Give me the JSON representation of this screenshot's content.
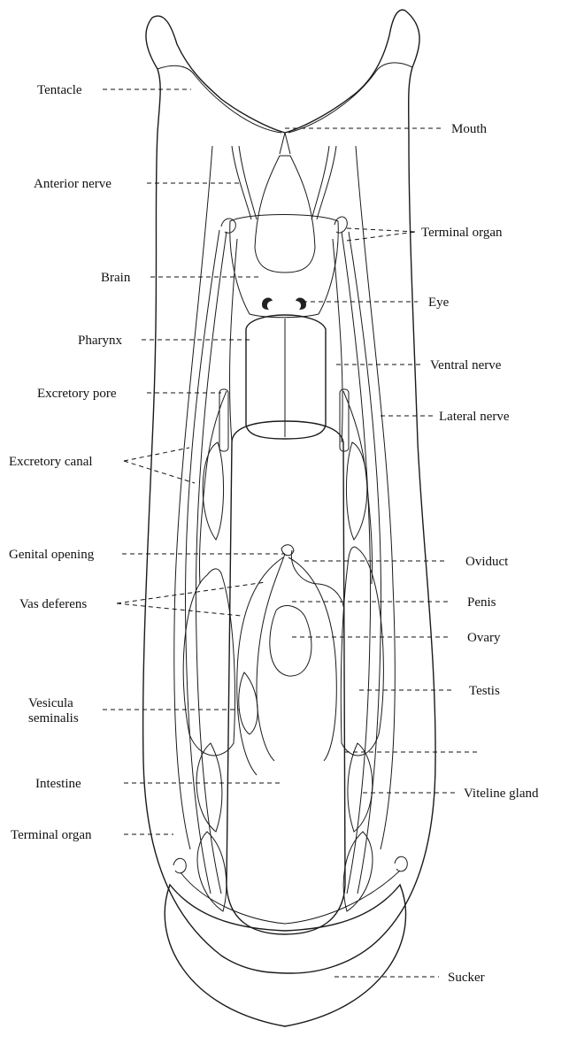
{
  "colors": {
    "ink": "#1a1a1a",
    "gland_fill": "#cfcfcf",
    "background": "#ffffff"
  },
  "labels": {
    "left": {
      "tentacle": "Tentacle",
      "anterior_nerve": "Anterior nerve",
      "brain": "Brain",
      "pharynx": "Pharynx",
      "excretory_pore": "Excretory pore",
      "excretory_canal": "Excretory canal",
      "genital_opening": "Genital opening",
      "vas_deferens": "Vas deferens",
      "vesicula_line1": "Vesicula",
      "vesicula_line2": "seminalis",
      "intestine": "Intestine",
      "terminal_organ": "Terminal organ"
    },
    "right": {
      "mouth": "Mouth",
      "terminal_organ": "Terminal organ",
      "eye": "Eye",
      "ventral_nerve": "Ventral nerve",
      "lateral_nerve": "Lateral nerve",
      "oviduct": "Oviduct",
      "penis": "Penis",
      "ovary": "Ovary",
      "testis": "Testis",
      "viteline_gland": "Viteline gland",
      "sucker": "Sucker"
    }
  }
}
